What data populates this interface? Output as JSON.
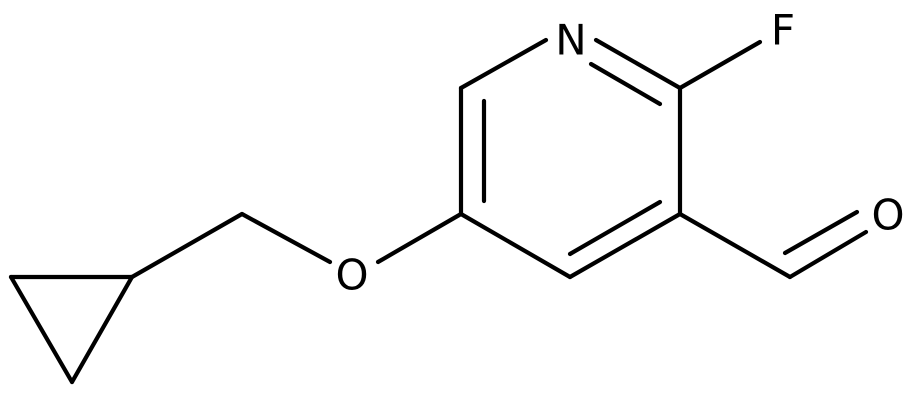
{
  "molecule": {
    "atoms": {
      "N": "N",
      "F": "F",
      "O_aldehyde": "O",
      "O_ether": "O"
    }
  }
}
